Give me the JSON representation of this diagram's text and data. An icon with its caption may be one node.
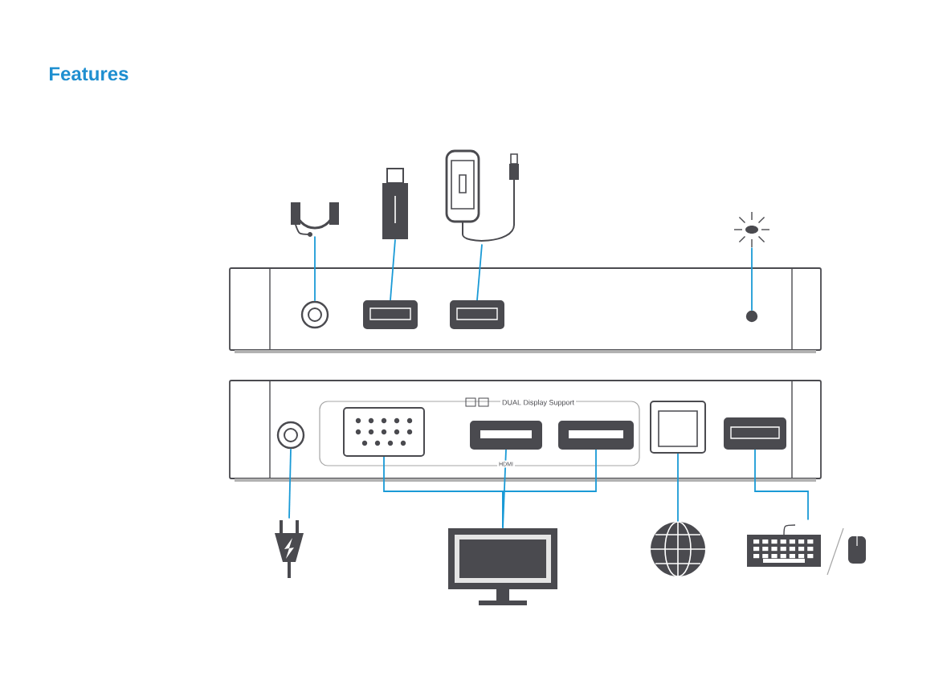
{
  "diagram": {
    "title": "Features",
    "nodes": [
      {
        "text": [],
        "shape": "picture"
      },
      {
        "text": [],
        "shape": "picture"
      },
      {
        "text": [],
        "shape": "picture"
      },
      {
        "text": [],
        "shape": "picture"
      },
      {
        "text": [],
        "shape": "circle"
      },
      {
        "text": [],
        "shape": "box"
      },
      {
        "text": [],
        "shape": "box"
      },
      {
        "text": [],
        "shape": "circle"
      },
      {
        "text": [],
        "shape": "circle"
      },
      {
        "text": [],
        "shape": "box"
      },
      {
        "text": [],
        "shape": "box"
      },
      {
        "text": [],
        "shape": "box"
      },
      {
        "text": [],
        "shape": "box"
      },
      {
        "text": [],
        "shape": "box"
      },
      {
        "text": [],
        "shape": "picture"
      },
      {
        "text": [],
        "shape": "picture"
      },
      {
        "text": [],
        "shape": "picture"
      },
      {
        "text": [],
        "shape": "picture"
      }
    ],
    "edges": [
      {
        "from": 0,
        "to": 4,
        "arrow": "none"
      },
      {
        "from": 1,
        "to": 5,
        "arrow": "none"
      },
      {
        "from": 2,
        "to": 6,
        "arrow": "none"
      },
      {
        "from": 3,
        "to": 7,
        "arrow": "none"
      },
      {
        "from": 14,
        "to": 8,
        "arrow": "none"
      },
      {
        "from": 15,
        "to": 9,
        "arrow": "none"
      },
      {
        "from": 15,
        "to": 10,
        "arrow": "none"
      },
      {
        "from": 15,
        "to": 11,
        "arrow": "none"
      },
      {
        "from": 16,
        "to": 12,
        "arrow": "none"
      },
      {
        "from": 17,
        "to": 13,
        "arrow": "none"
      }
    ],
    "labels": [
      "DUAL Display Support",
      "HDMI"
    ]
  }
}
